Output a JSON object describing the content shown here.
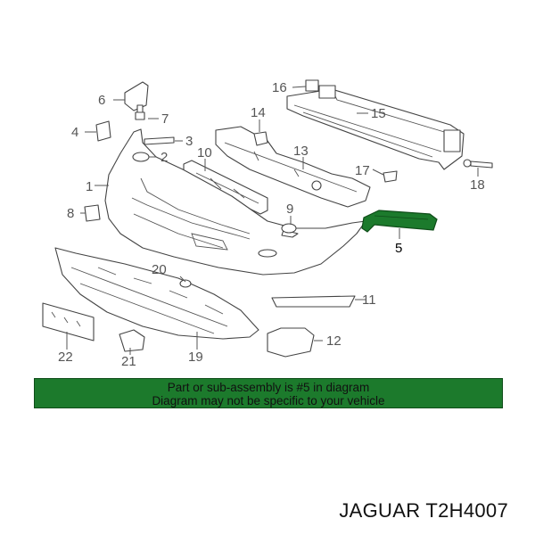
{
  "callouts": {
    "c1": "1",
    "c2": "2",
    "c3": "3",
    "c4": "4",
    "c5": "5",
    "c6": "6",
    "c7": "7",
    "c8": "8",
    "c9": "9",
    "c10": "10",
    "c11": "11",
    "c12": "12",
    "c13": "13",
    "c14": "14",
    "c15": "15",
    "c16": "16",
    "c17": "17",
    "c18": "18",
    "c19": "19",
    "c20": "20",
    "c21": "21",
    "c22": "22"
  },
  "highlighted_callout": "5",
  "banner": {
    "line1": "Part or sub-assembly is #5 in diagram",
    "line2": "Diagram may not be specific to your vehicle"
  },
  "part_number": "JAGUAR T2H4007",
  "colors": {
    "banner_bg": "#1c7a2c",
    "highlight_part": "#1c7a2c",
    "line": "#444444"
  }
}
